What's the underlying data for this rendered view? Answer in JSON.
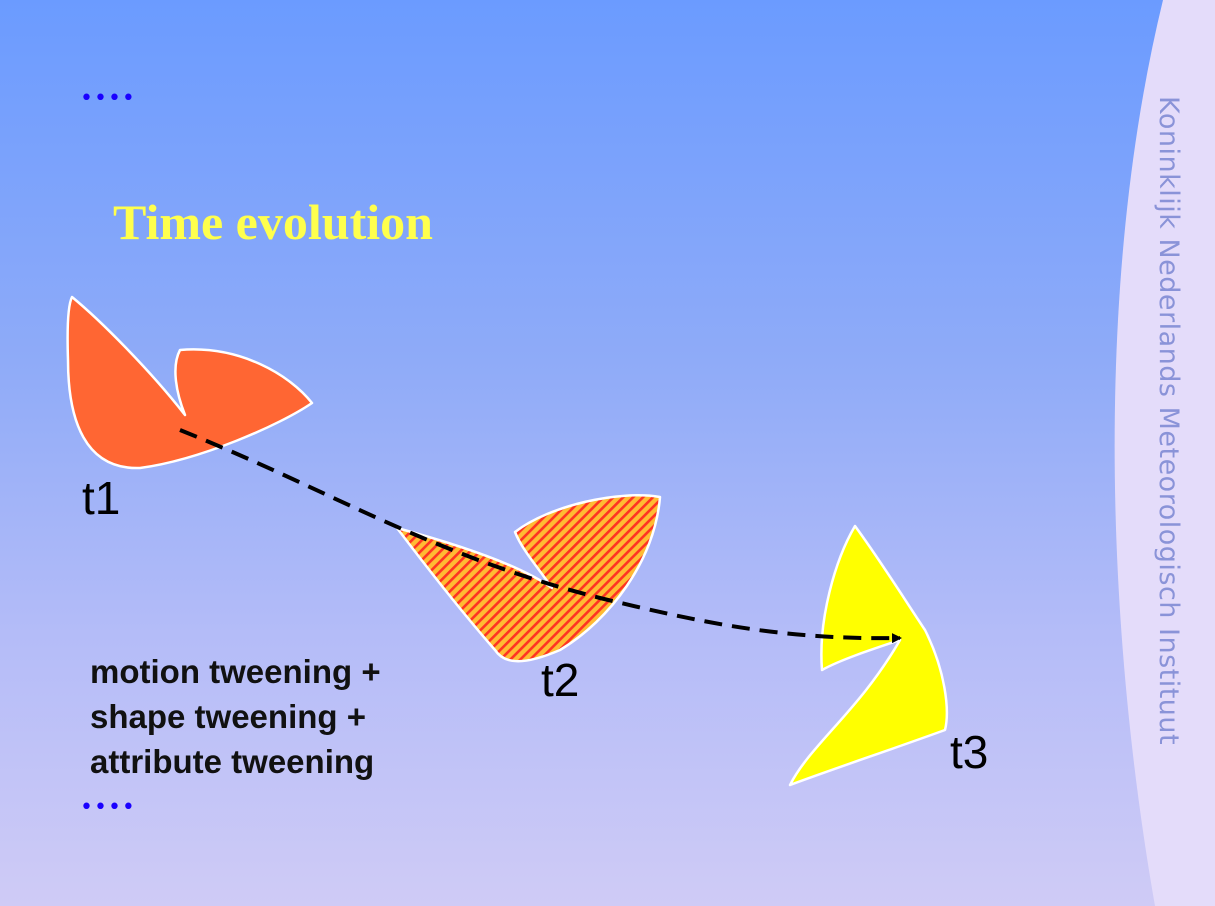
{
  "slide": {
    "bullets_top": "••••",
    "bullets_bottom": "••••",
    "title": "Time evolution",
    "labels": {
      "t1": "t1",
      "t2": "t2",
      "t3": "t3"
    },
    "caption_lines": [
      "motion tweening +",
      "shape tweening +",
      "attribute tweening"
    ],
    "organization": "Koninklijk Nederlands Meteorologisch Instituut"
  },
  "colors": {
    "shape_t1": "#ff6633",
    "shape_t2_base": "#ffbb33",
    "shape_t2_stripe": "#ff3322",
    "shape_t3": "#ffff00",
    "title": "#ffff4d",
    "bullets": "#1a00ff",
    "side_band": "#e4dcfa"
  },
  "icons": [
    "dashed-motion-arrow"
  ]
}
